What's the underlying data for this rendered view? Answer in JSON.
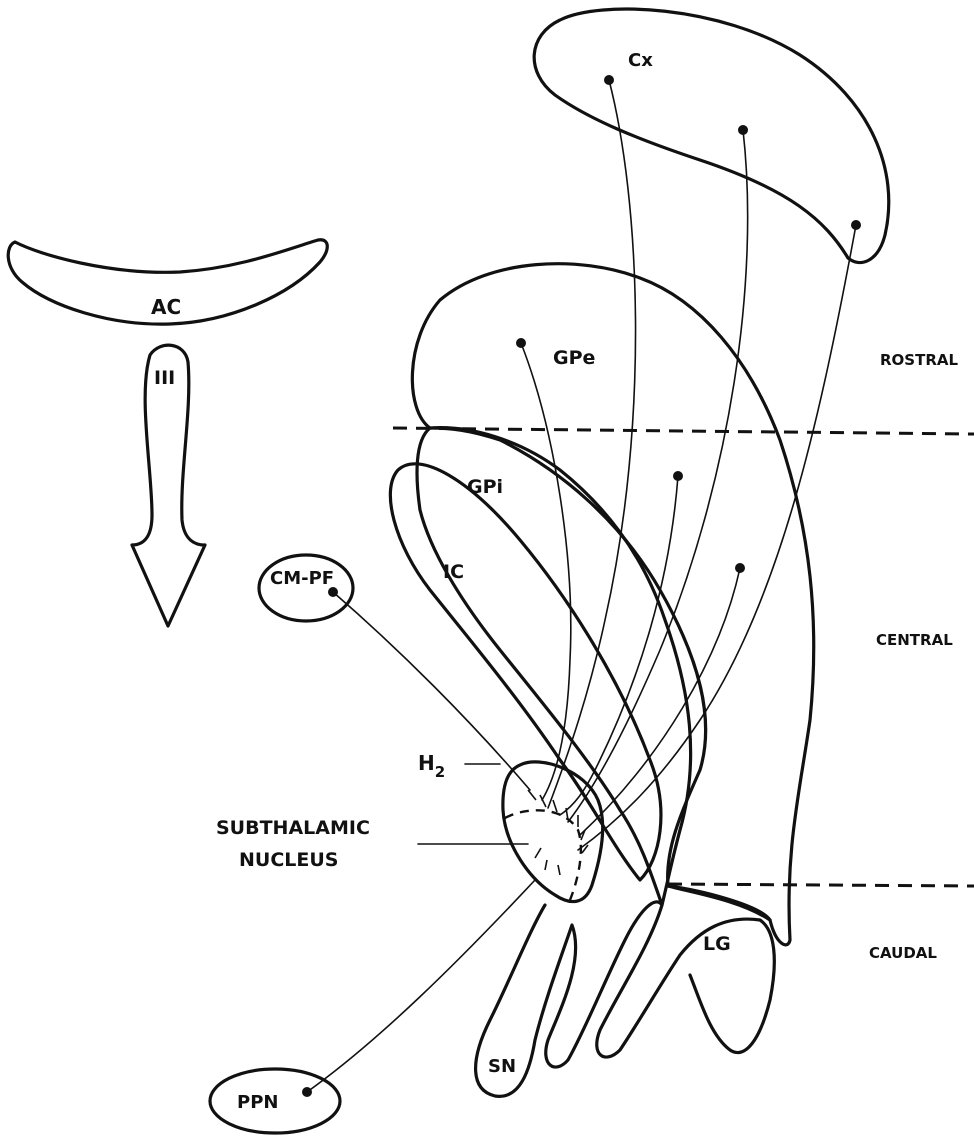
{
  "labels": {
    "cx": "Cx",
    "ac": "AC",
    "third_ventricle": "III",
    "gpe": "GPe",
    "gpi": "GPi",
    "ic": "IC",
    "cm_pf": "CM-PF",
    "h2": "H",
    "h2_sub": "2",
    "subthalamic_1": "SUBTHALAMIC",
    "subthalamic_2": "NUCLEUS",
    "sn": "SN",
    "lg": "LG",
    "ppn": "PPN"
  },
  "levels": {
    "rostral": "ROSTRAL",
    "central": "CENTRAL",
    "caudal": "CAUDAL"
  },
  "colors": {
    "ink": "#111111",
    "paper": "#ffffff"
  }
}
